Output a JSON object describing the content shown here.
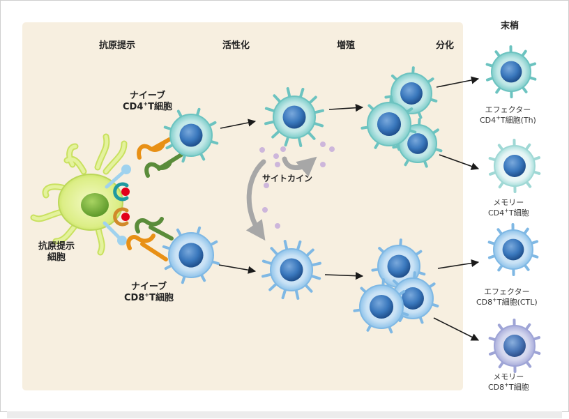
{
  "stages": {
    "presentation": "抗原提示",
    "activation": "活性化",
    "proliferation": "増殖",
    "differentiation": "分化",
    "periphery": "末梢"
  },
  "apc": {
    "line1": "抗原提示",
    "line2": "細胞"
  },
  "naive_cd4": {
    "line1": "ナイーブ",
    "pre": "CD4",
    "sup": "+",
    "post": "T細胞"
  },
  "naive_cd8": {
    "line1": "ナイーブ",
    "pre": "CD8",
    "sup": "+",
    "post": "T細胞"
  },
  "cytokine": "サイトカイン",
  "outcomes": {
    "effector_cd4": {
      "line1": "エフェクター",
      "pre": "CD4",
      "sup": "+",
      "post": "T細胞(Th)"
    },
    "memory_cd4": {
      "line1": "メモリー",
      "pre": "CD4",
      "sup": "+",
      "post": "T細胞"
    },
    "effector_cd8": {
      "line1": "エフェクター",
      "pre": "CD8",
      "sup": "+",
      "post": "T細胞(CTL)"
    },
    "memory_cd8": {
      "line1": "メモリー",
      "pre": "CD8",
      "sup": "+",
      "post": "T細胞"
    }
  },
  "colors": {
    "panel": "#f7efe0",
    "cd4_cell": "#8fd4d4",
    "cd8_cell": "#a9d3f0",
    "apc": "#d8ea78",
    "nucleus": "#2f6eb3",
    "arrow": "#1a1a1a",
    "cytokine_dot": "#c9b3d9"
  }
}
